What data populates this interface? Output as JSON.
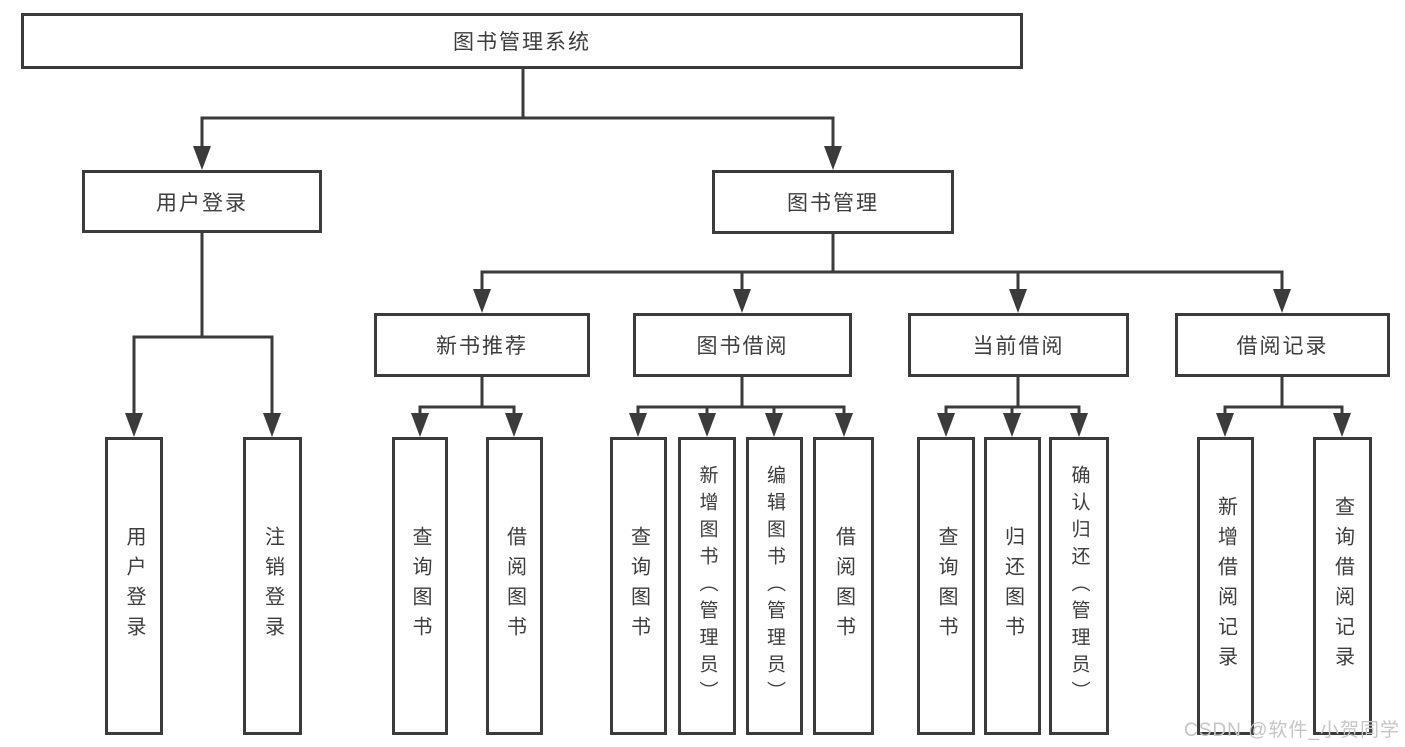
{
  "title": {
    "label": "图书管理系统"
  },
  "level2": [
    {
      "label": "用户登录"
    },
    {
      "label": "图书管理"
    }
  ],
  "level3": [
    {
      "label": "新书推荐"
    },
    {
      "label": "图书借阅"
    },
    {
      "label": "当前借阅"
    },
    {
      "label": "借阅记录"
    }
  ],
  "leaves": {
    "user_login": [
      "用户登录",
      "注销登录"
    ],
    "new_book": [
      "查询图书",
      "借阅图书"
    ],
    "book_borrow": [
      "查询图书",
      "新增图书（管理员）",
      "编辑图书（管理员）",
      "借阅图书"
    ],
    "current_borrow": [
      "查询图书",
      "归还图书",
      "确认归还（管理员）"
    ],
    "borrow_records": [
      "新增借阅记录",
      "查询借阅记录"
    ]
  },
  "watermark": {
    "text": "CSDN @软件_小贺同学"
  },
  "colors": {
    "line": "#3b3b3b",
    "text": "#3d3d3d",
    "box_fill": "#ffffff",
    "watermark": "#c5c5c5",
    "background": "#ffffff"
  }
}
